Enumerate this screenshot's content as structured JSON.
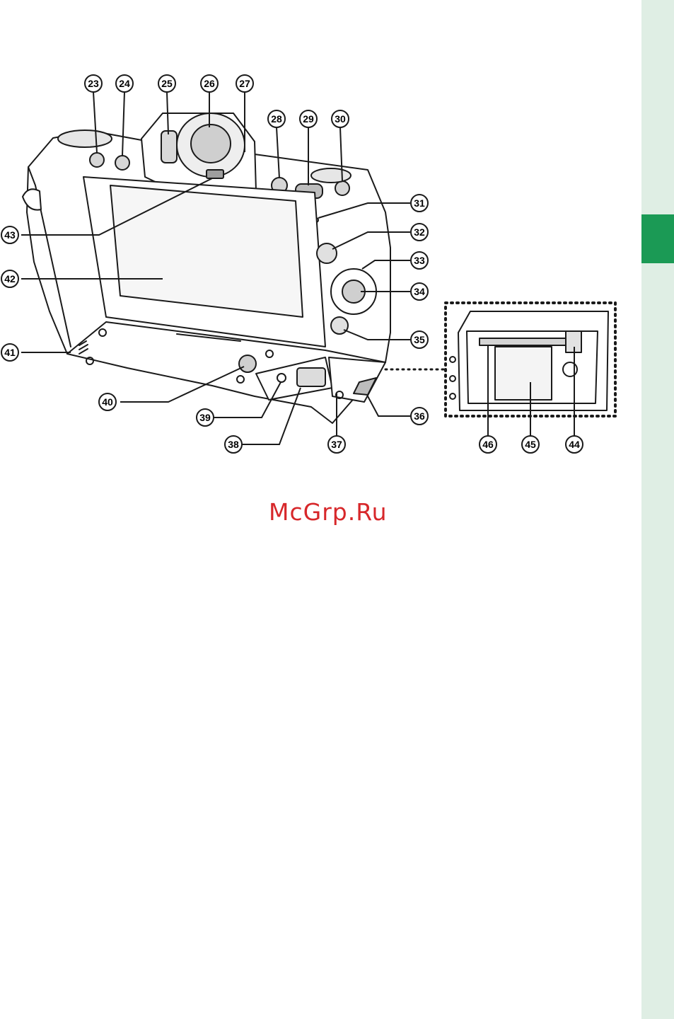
{
  "callouts": [
    "23",
    "24",
    "25",
    "26",
    "27",
    "28",
    "29",
    "30",
    "31",
    "32",
    "33",
    "34",
    "35",
    "36",
    "37",
    "38",
    "39",
    "40",
    "41",
    "42",
    "43",
    "44",
    "45",
    "46"
  ],
  "watermark": "McGrp.Ru",
  "colors": {
    "accent_tab": "#1b9a55",
    "side_strip": "#dfeee4",
    "watermark": "#d7272a"
  }
}
